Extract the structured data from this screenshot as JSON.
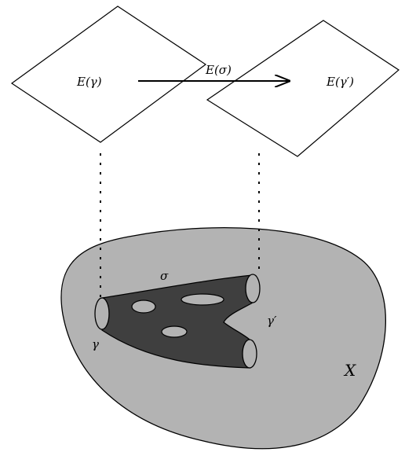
{
  "labels": {
    "fiber_left": "E(γ)",
    "fiber_right": "E(γ′)",
    "transport_map": "E(σ)",
    "sigma": "σ",
    "gamma": "γ",
    "gamma_prime": "γ′",
    "space": "X"
  },
  "colors": {
    "space_fill": "#b3b3b3",
    "surface_fill": "#3f3f3f",
    "boundary_fill": "#b3b3b3",
    "line": "#000000",
    "plane_fill": "#ffffff"
  }
}
